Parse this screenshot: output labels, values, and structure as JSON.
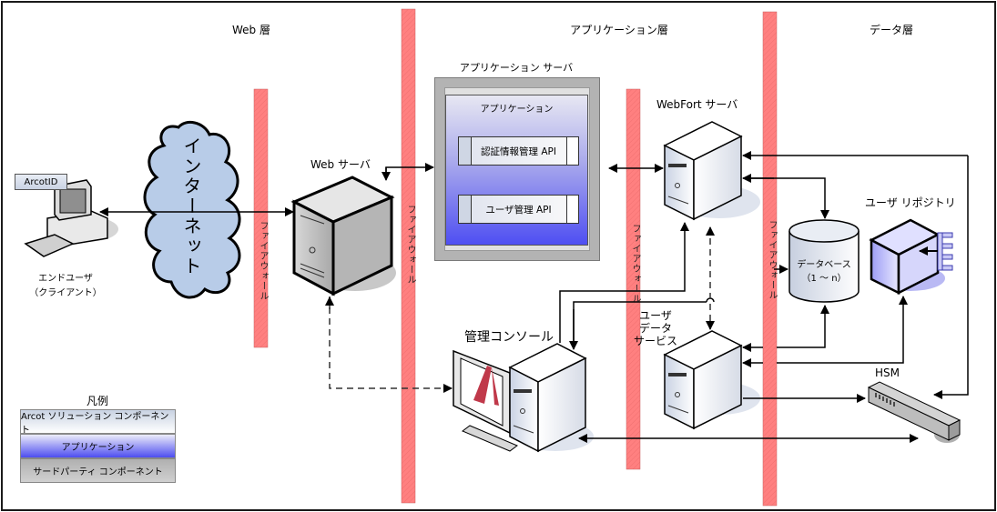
{
  "tiers": {
    "web": "Web 層",
    "application": "アプリケーション層",
    "data": "データ層"
  },
  "firewall_label": "ファイアウォール",
  "nodes": {
    "end_user": {
      "badge": "ArcotID",
      "line1": "エンドユーザ",
      "line2": "（クライアント）"
    },
    "internet": "インターネット",
    "web_server": "Web サーバ",
    "app_server": {
      "title": "アプリケーション サーバ",
      "app_title": "アプリケーション",
      "apis": [
        "認証情報管理 API",
        "ユーザ管理 API"
      ]
    },
    "webfort_server": "WebFort サーバ",
    "user_data_service": [
      "ユーザ",
      "データ",
      "サービス"
    ],
    "admin_console": "管理コンソール",
    "database": {
      "line1": "データベース",
      "line2": "（1 ～ n）"
    },
    "user_repository": "ユーザ リポジトリ",
    "hsm": "HSM"
  },
  "legend": {
    "title": "凡例",
    "items": [
      "Arcot ソリューション コンポーネント",
      "アプリケーション",
      "サードパーティ コンポーネント"
    ]
  },
  "colors": {
    "firewall": "#ff8080",
    "cloud": "#b8cce8",
    "app_gradient_end": "#4d4df0",
    "third_party_gray": "#b3b3b3"
  }
}
